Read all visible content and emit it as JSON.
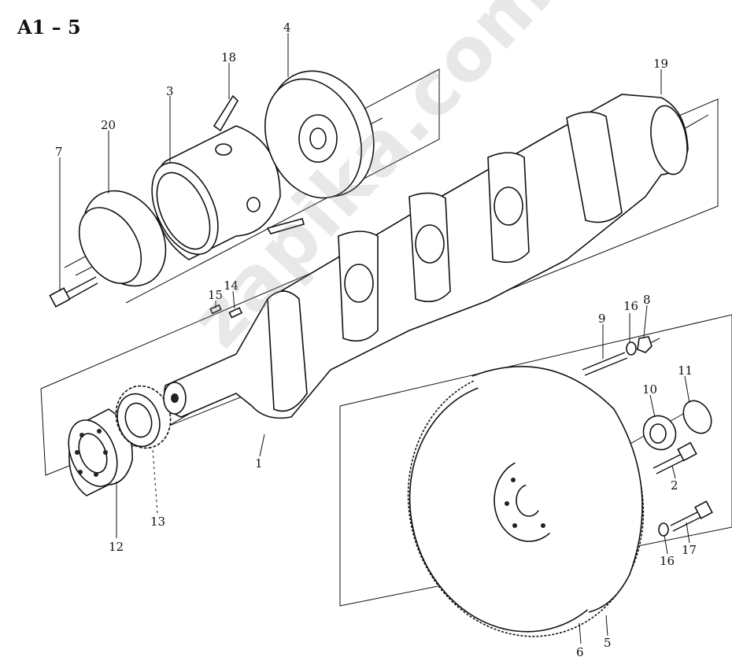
{
  "title": "A1 – 5",
  "watermark": "zapika.com.ru",
  "callouts": [
    {
      "id": "c1",
      "text": "1"
    },
    {
      "id": "c2",
      "text": "2"
    },
    {
      "id": "c3",
      "text": "3"
    },
    {
      "id": "c4",
      "text": "4"
    },
    {
      "id": "c5",
      "text": "5"
    },
    {
      "id": "c6",
      "text": "6"
    },
    {
      "id": "c7",
      "text": "7"
    },
    {
      "id": "c8",
      "text": "8"
    },
    {
      "id": "c9",
      "text": "9"
    },
    {
      "id": "c10",
      "text": "10"
    },
    {
      "id": "c11",
      "text": "11"
    },
    {
      "id": "c12",
      "text": "12"
    },
    {
      "id": "c13",
      "text": "13"
    },
    {
      "id": "c14",
      "text": "14"
    },
    {
      "id": "c15",
      "text": "15"
    },
    {
      "id": "c16a",
      "text": "16"
    },
    {
      "id": "c16b",
      "text": "16"
    },
    {
      "id": "c17",
      "text": "17"
    },
    {
      "id": "c18",
      "text": "18"
    },
    {
      "id": "c19",
      "text": "19"
    },
    {
      "id": "c20",
      "text": "20"
    }
  ]
}
